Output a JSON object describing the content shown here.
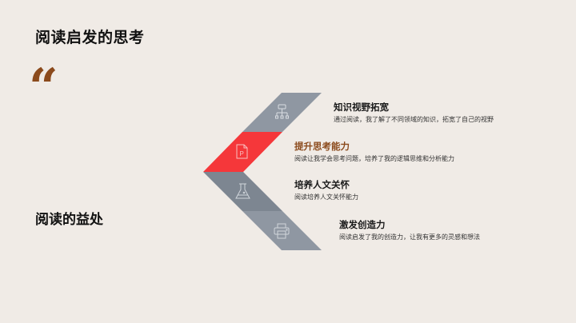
{
  "slide": {
    "title": "阅读启发的思考",
    "quote_glyph": "“",
    "subtitle": "阅读的益处"
  },
  "colors": {
    "background": "#F0EBE6",
    "accent_red": "#F5373A",
    "band_gray_light": "#8F97A2",
    "band_gray_dark": "#7D8691",
    "quote_brown": "#8B4A1C"
  },
  "items": [
    {
      "icon": "org-chart-icon",
      "title": "知识视野拓宽",
      "description": "通过阅读，我了解了不同领域的知识，拓宽了自己的视野",
      "highlighted": false
    },
    {
      "icon": "document-p-icon",
      "title": "提升思考能力",
      "description": "阅读让我学会思考问题，培养了我的逻辑思维和分析能力",
      "highlighted": true
    },
    {
      "icon": "flask-icon",
      "title": "培养人文关怀",
      "description": "阅读培养人文关怀能力",
      "highlighted": false
    },
    {
      "icon": "printer-icon",
      "title": "激发创造力",
      "description": "阅读启发了我的创造力，让我有更多的灵感和想法",
      "highlighted": false
    }
  ]
}
